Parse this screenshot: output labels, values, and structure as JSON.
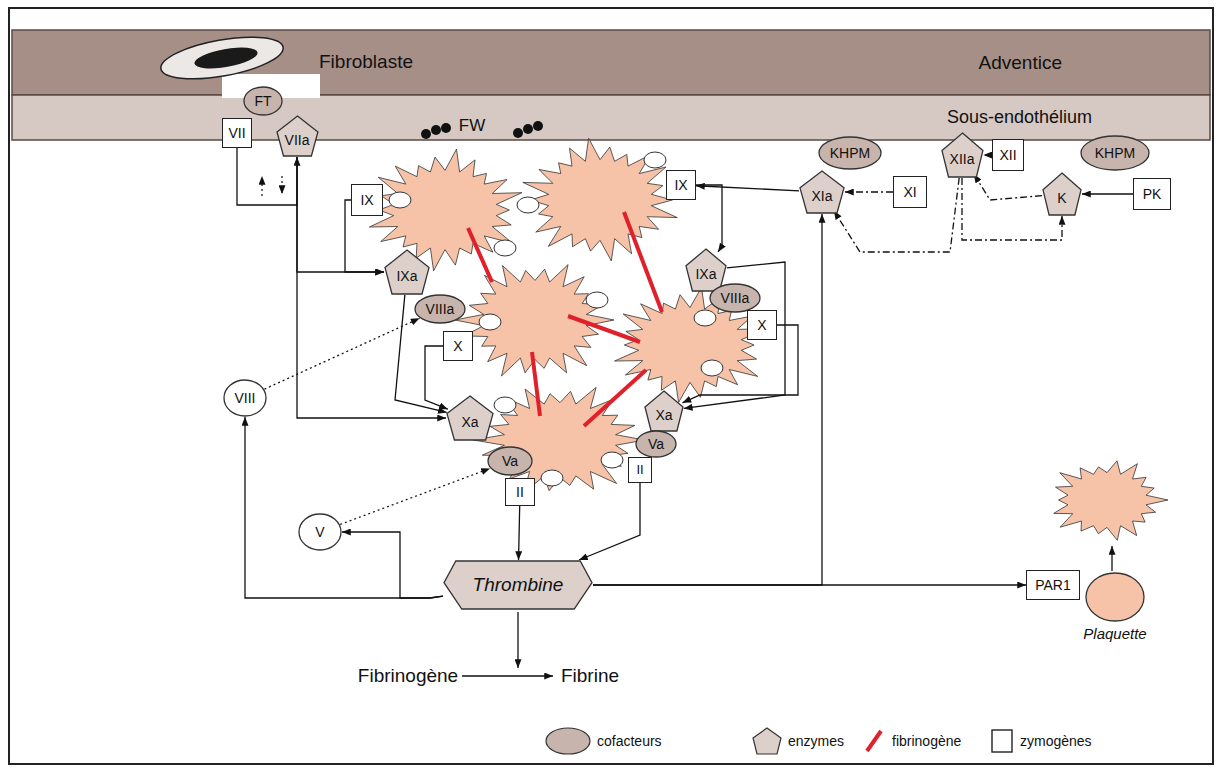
{
  "diagram": {
    "nodes": [
      {
        "text": [
          "Adventice"
        ]
      },
      {
        "text": [
          "Sous-endothélium"
        ]
      },
      {
        "text": [
          "FT"
        ],
        "in": 1
      },
      {
        "text": [
          "VII"
        ]
      },
      {
        "text": [
          "VIIa"
        ]
      },
      {
        "text": [
          "IX"
        ]
      },
      {
        "text": [
          "IXa"
        ]
      },
      {
        "text": [
          "VIIIa"
        ]
      },
      {
        "text": [
          "X"
        ]
      },
      {
        "text": [
          "Xa"
        ]
      },
      {
        "text": [
          "Va"
        ]
      },
      {
        "text": [
          "II"
        ]
      },
      {
        "text": [
          "VIII"
        ]
      },
      {
        "text": [
          "V"
        ]
      },
      {
        "text": [
          "Thrombine"
        ]
      },
      {
        "text": [
          "IX"
        ]
      },
      {
        "text": [
          "IXa"
        ]
      },
      {
        "text": [
          "VIIIa"
        ]
      },
      {
        "text": [
          "X"
        ]
      },
      {
        "text": [
          "Xa"
        ]
      },
      {
        "text": [
          "Va"
        ]
      },
      {
        "text": [
          "II"
        ]
      },
      {
        "text": [
          "KHPM"
        ]
      },
      {
        "text": [
          "XIa"
        ]
      },
      {
        "text": [
          "XI"
        ]
      },
      {
        "text": [
          "XIIa"
        ]
      },
      {
        "text": [
          "XII"
        ]
      },
      {
        "text": [
          "KHPM"
        ]
      },
      {
        "text": [
          "K"
        ]
      },
      {
        "text": [
          "PK"
        ]
      },
      {
        "text": [
          "PAR1"
        ]
      },
      {
        "text": [
          "Plaquette"
        ]
      }
    ],
    "edges": [
      {
        "from": 3,
        "to": 4,
        "arrow": "to"
      },
      {
        "from": 4,
        "to": 6,
        "arrow": "to"
      },
      {
        "from": 4,
        "to": 9,
        "arrow": "to"
      },
      {
        "from": 5,
        "to": 6,
        "arrow": "to"
      },
      {
        "from": 8,
        "to": 9,
        "arrow": "to"
      },
      {
        "from": 6,
        "to": 9,
        "arrow": "to"
      },
      {
        "from": 11,
        "to": 14,
        "arrow": "to"
      },
      {
        "from": 21,
        "to": 14,
        "arrow": "to"
      },
      {
        "from": 15,
        "to": 16,
        "arrow": "to"
      },
      {
        "from": 18,
        "to": 19,
        "arrow": "to"
      },
      {
        "from": 16,
        "to": 19,
        "arrow": "to"
      },
      {
        "from": 14,
        "to": 12,
        "arrow": "to"
      },
      {
        "from": 14,
        "to": 13,
        "arrow": "to"
      },
      {
        "from": 14,
        "to": 23,
        "arrow": "to"
      },
      {
        "from": 14,
        "to": 30,
        "arrow": "to"
      },
      {
        "from": 24,
        "to": 23,
        "arrow": "to"
      },
      {
        "from": 23,
        "to": 15,
        "arrow": "to"
      },
      {
        "from": 26,
        "to": 25,
        "arrow": "to"
      },
      {
        "from": 29,
        "to": 28,
        "arrow": "to"
      },
      {
        "from": 28,
        "to": 25,
        "arrow": "to"
      },
      {
        "from": 25,
        "to": 28,
        "arrow": "to"
      },
      {
        "from": 25,
        "to": 23,
        "arrow": "to"
      },
      {
        "from": 12,
        "to": 7,
        "arrow": "to"
      },
      {
        "from": 13,
        "to": 10,
        "arrow": "to"
      }
    ],
    "labels": [
      "Fibroblaste",
      "FW",
      "Fibrinogène",
      "Fibrine"
    ],
    "legend": [
      {
        "text": "cofacteurs"
      },
      {
        "text": "enzymes"
      },
      {
        "text": "fibrinogène"
      },
      {
        "text": "zymogènes"
      }
    ]
  }
}
